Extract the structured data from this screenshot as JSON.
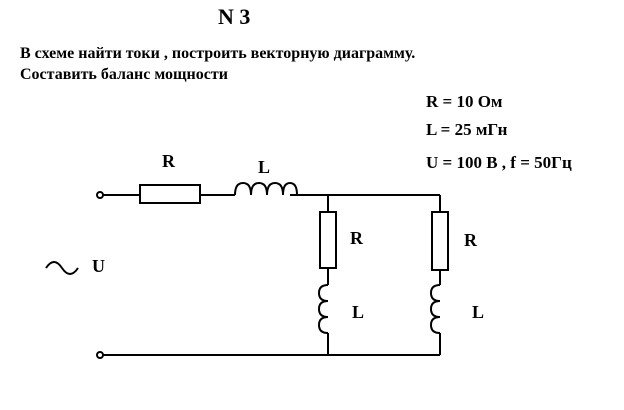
{
  "header": {
    "title": "N 3"
  },
  "task": {
    "line1": "В схеме найти токи , построить векторную диаграмму.",
    "line2": "Составить баланс мощности"
  },
  "params": {
    "r": "R =  10 Ом",
    "l": "L = 25 мГн",
    "u_f": "U = 100 В , f = 50Гц"
  },
  "circuit": {
    "series_r_label": "R",
    "series_l_label": "L",
    "branch1_r_label": "R",
    "branch1_l_label": "L",
    "branch2_r_label": "R",
    "branch2_l_label": "L",
    "source_label": "U"
  }
}
